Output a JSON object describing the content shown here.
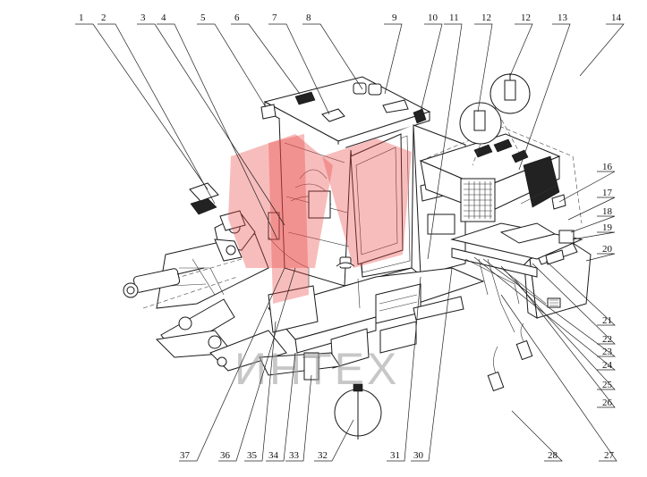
{
  "watermark_text": "ИНТЕХ",
  "callouts": [
    {
      "id": "c1",
      "text": "1"
    },
    {
      "id": "c2",
      "text": "2"
    },
    {
      "id": "c3",
      "text": "3"
    },
    {
      "id": "c4",
      "text": "4"
    },
    {
      "id": "c5",
      "text": "5"
    },
    {
      "id": "c6",
      "text": "6"
    },
    {
      "id": "c7",
      "text": "7"
    },
    {
      "id": "c8",
      "text": "8"
    },
    {
      "id": "c9",
      "text": "9"
    },
    {
      "id": "c10",
      "text": "10"
    },
    {
      "id": "c11",
      "text": "11"
    },
    {
      "id": "c12a",
      "text": "12"
    },
    {
      "id": "c12b",
      "text": "12"
    },
    {
      "id": "c13",
      "text": "13"
    },
    {
      "id": "c14",
      "text": "14"
    },
    {
      "id": "c16",
      "text": "16"
    },
    {
      "id": "c17",
      "text": "17"
    },
    {
      "id": "c18",
      "text": "18"
    },
    {
      "id": "c19",
      "text": "19"
    },
    {
      "id": "c20",
      "text": "20"
    },
    {
      "id": "c21",
      "text": "21"
    },
    {
      "id": "c22",
      "text": "22"
    },
    {
      "id": "c23",
      "text": "23"
    },
    {
      "id": "c24",
      "text": "24"
    },
    {
      "id": "c25",
      "text": "25"
    },
    {
      "id": "c26",
      "text": "26"
    },
    {
      "id": "c27",
      "text": "27"
    },
    {
      "id": "c28",
      "text": "28"
    },
    {
      "id": "c30",
      "text": "30"
    },
    {
      "id": "c31",
      "text": "31"
    },
    {
      "id": "c32",
      "text": "32"
    },
    {
      "id": "c33",
      "text": "33"
    },
    {
      "id": "c34",
      "text": "34"
    },
    {
      "id": "c35",
      "text": "35"
    },
    {
      "id": "c36",
      "text": "36"
    },
    {
      "id": "c37",
      "text": "37"
    }
  ]
}
